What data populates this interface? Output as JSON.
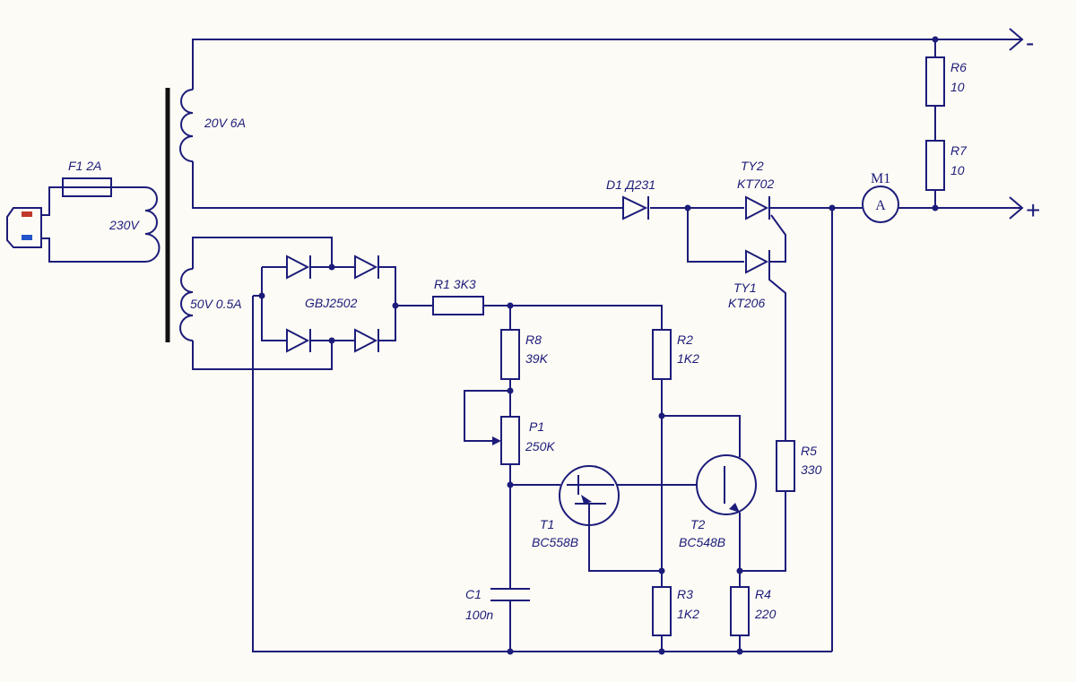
{
  "power_plug": {
    "live_color": "#c0392b",
    "neutral_color": "#2255cc"
  },
  "components": {
    "F1": {
      "label": "F1 2A"
    },
    "primary": {
      "label": "230V"
    },
    "sec1": {
      "label": "20V 6A"
    },
    "sec2": {
      "label": "50V 0.5A"
    },
    "bridge": {
      "label": "GBJ2502"
    },
    "R1": {
      "label": "R1 3K3"
    },
    "D1": {
      "label": "D1 Д231"
    },
    "TY2": {
      "ref": "TY2",
      "value": "KT702"
    },
    "TY1": {
      "ref": "TY1",
      "value": "KT206"
    },
    "M1": {
      "ref": "M1",
      "symbol": "A"
    },
    "R6": {
      "ref": "R6",
      "value": "10"
    },
    "R7": {
      "ref": "R7",
      "value": "10"
    },
    "R8": {
      "ref": "R8",
      "value": "39K"
    },
    "R2": {
      "ref": "R2",
      "value": "1K2"
    },
    "P1": {
      "ref": "P1",
      "value": "250K"
    },
    "R5": {
      "ref": "R5",
      "value": "330"
    },
    "T1": {
      "ref": "T1",
      "value": "BC558B"
    },
    "T2": {
      "ref": "T2",
      "value": "BC548B"
    },
    "C1": {
      "ref": "C1",
      "value": "100n"
    },
    "R3": {
      "ref": "R3",
      "value": "1K2"
    },
    "R4": {
      "ref": "R4",
      "value": "220"
    }
  },
  "terminals": {
    "minus": "-",
    "plus": "+"
  }
}
